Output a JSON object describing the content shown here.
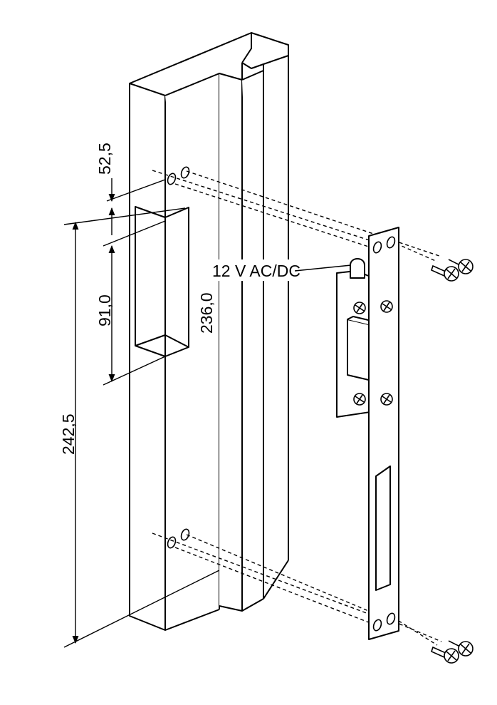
{
  "diagram": {
    "dimensions": {
      "top_offset": "52,5",
      "slot_height": "91,0",
      "hole_spacing_short": "236,0",
      "hole_spacing_long": "242,5"
    },
    "callouts": {
      "voltage": "12 V AC/DC"
    },
    "colors": {
      "stroke": "#000000",
      "background": "#ffffff",
      "strike_plate_fill": "#ffffff"
    },
    "icons": [
      "screw-icon",
      "screw-icon",
      "screw-icon",
      "screw-icon"
    ]
  }
}
